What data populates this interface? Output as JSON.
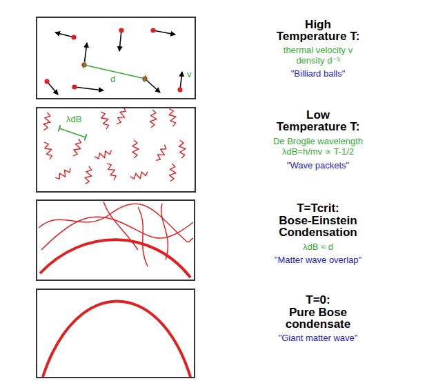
{
  "diagram": {
    "nodes": [
      {
        "text": [
          "d",
          "v"
        ]
      },
      {
        "text": [
          "λdB"
        ]
      }
    ],
    "labels": [
      "High Temperature T:",
      "thermal velocity v density d⁻³",
      "\"Billiard balls\"",
      "Low Temperature T:",
      "De Broglie wavelength",
      "λdB=h/mv ∝ T-1/2",
      "\"Wave packets\"",
      "T=Tcrit:",
      "Bose-Einstein Condensation",
      "λdB ≈ d",
      "\"Matter wave overlap\"",
      "T=0:",
      "Pure Bose condensate",
      "\"Giant matter wave\""
    ]
  }
}
